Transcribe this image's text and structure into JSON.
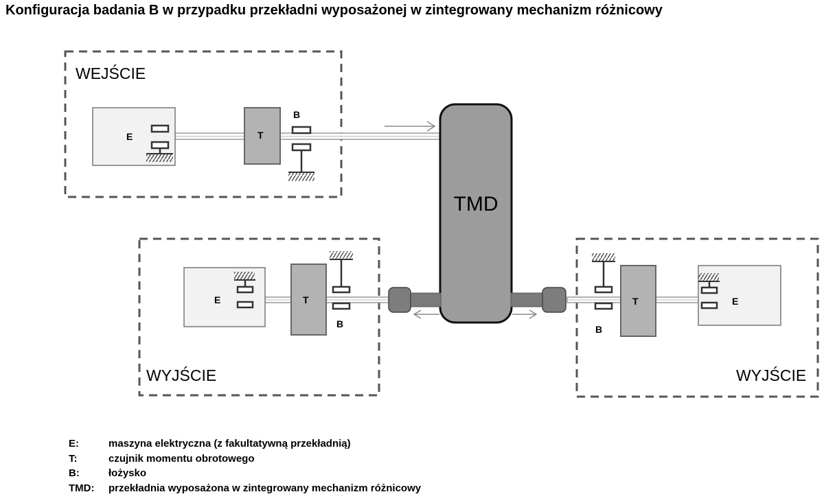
{
  "title": "Konfiguracja badania B w przypadku przekładni wyposażonej w zintegrowany mechanizm różnicowy",
  "diagram": {
    "input_label": "WEJŚCIE",
    "output_left_label": "WYJŚCIE",
    "output_right_label": "WYJŚCIE",
    "tmd_label": "TMD",
    "e_label": "E",
    "t_label": "T",
    "b_label": "B"
  },
  "legend": [
    {
      "key": "E:",
      "text": "maszyna elektryczna (z fakultatywną przekładnią)"
    },
    {
      "key": "T:",
      "text": "czujnik momentu obrotowego"
    },
    {
      "key": "B:",
      "text": "łożysko"
    },
    {
      "key": "TMD:",
      "text": "przekładnia wyposażona w zintegrowany mechanizm różnicowy"
    }
  ],
  "colors": {
    "box_border": "#5a5a5a",
    "machine_fill": "#f0f0f0",
    "sensor_fill": "#b0b0b0",
    "tmd_fill": "#9a9a9a",
    "shaft": "#aaaaaa"
  }
}
